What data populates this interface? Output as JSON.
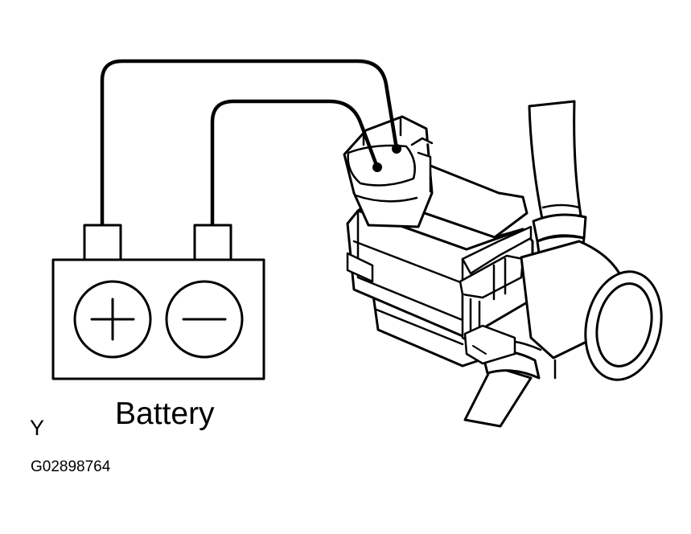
{
  "labels": {
    "battery": "Battery",
    "corner_mark": "Y",
    "figure_code": "G02898764"
  },
  "battery": {
    "positive_symbol": "+",
    "negative_symbol": "−"
  },
  "colors": {
    "ink": "#000000",
    "fill": "#ffffff"
  }
}
